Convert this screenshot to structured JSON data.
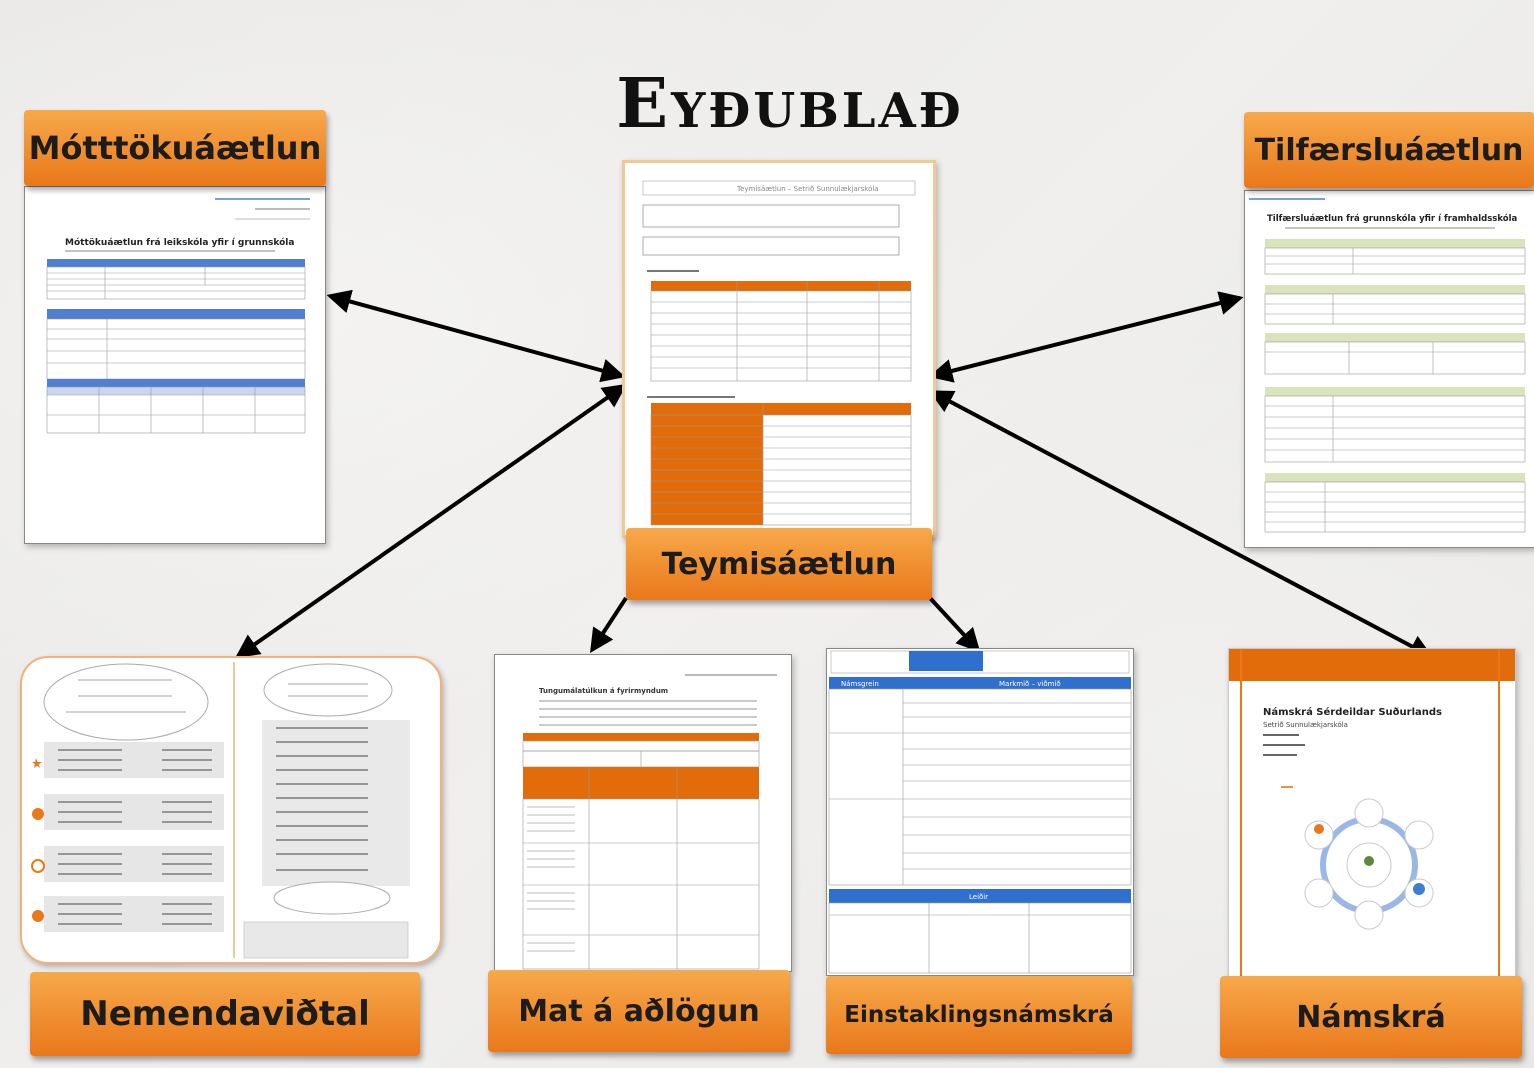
{
  "title": "Eyðublað",
  "nodes": {
    "mottoku": "Mótttökuáætlun",
    "tilfaersla": "Tilfærsluáætlun",
    "teymis": "Teymisáætlun",
    "nemenda": "Nemendaviðtal",
    "mat": "Mat á aðlögun",
    "einstaklings": "Einstaklingsnámskrá",
    "namskra": "Námskrá"
  },
  "thumbnails": {
    "mottoku_doc_title": "Móttökuáætlun frá leikskóla yfir í grunnskóla",
    "tilfaersla_doc_title": "Tilfærsluáætlun frá grunnskóla yfir í framhaldsskóla",
    "teymis_doc_header": "Teymisáætlun – Setrið Sunnulækjarskóla",
    "namskra_doc_title": "Námskrá Sérdeildar Suðurlands",
    "namskra_doc_subtitle": "Setrið Sunnulækjarskóla",
    "einst_header_col1": "Námsgrein",
    "einst_header_col2": "Markmið – viðmið",
    "einst_footer": "Leiðir",
    "mat_title": "Tungumálatúlkun á fyrirmyndum"
  },
  "colors": {
    "accent": "#e9781b",
    "accent_light": "#f7a94a",
    "table_blue": "#4f7fd0",
    "table_green": "#d8e4bc",
    "table_orange": "#e26c0a"
  }
}
